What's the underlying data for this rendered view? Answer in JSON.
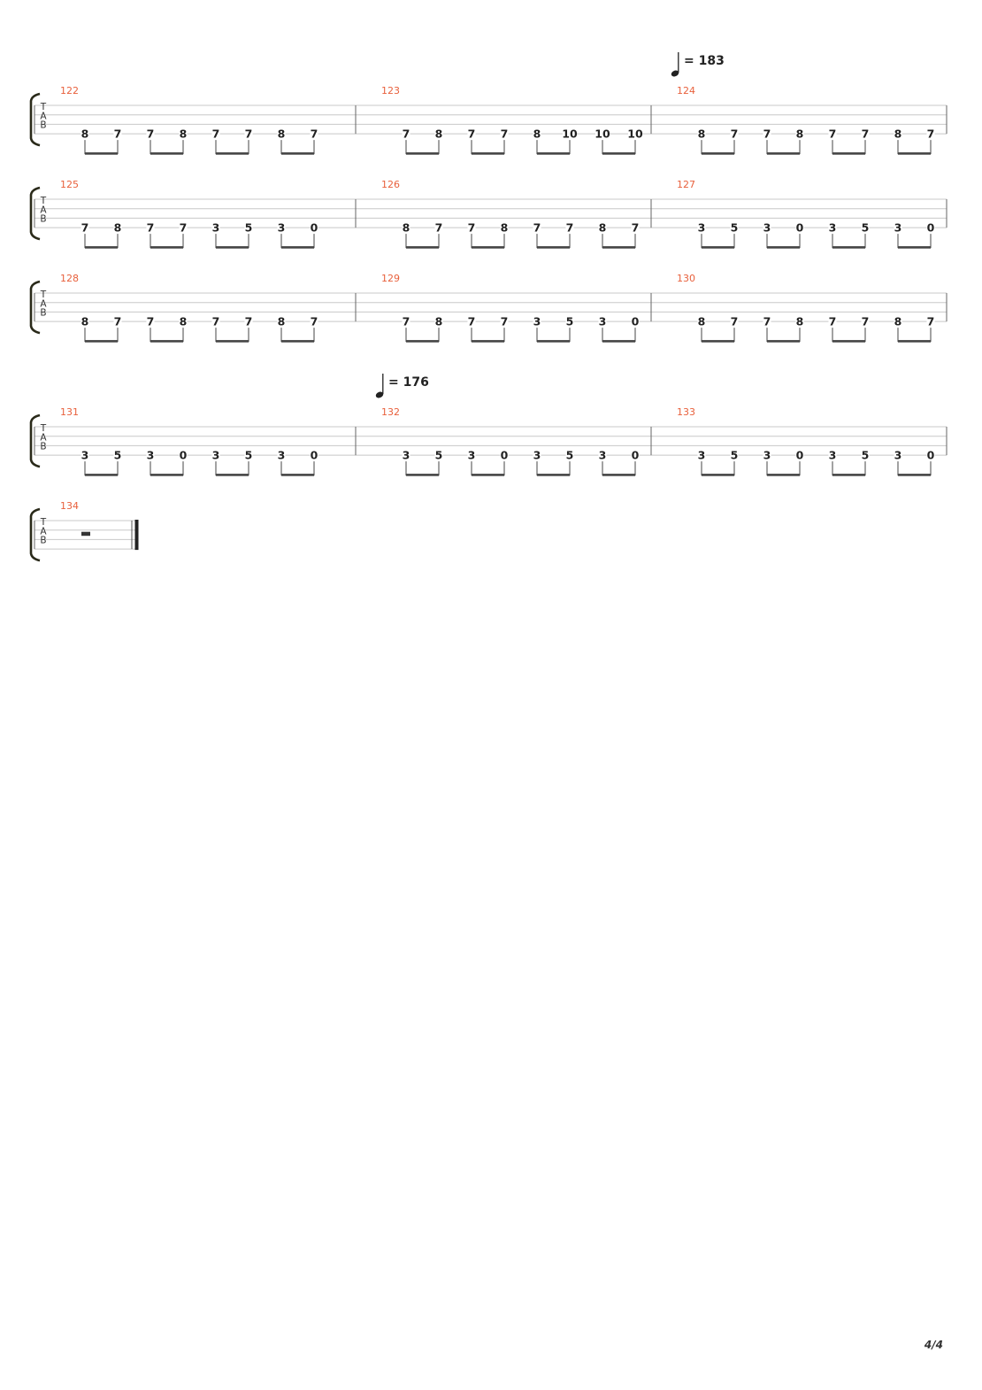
{
  "tempo_marks": [
    {
      "bpm_text": "= 183",
      "system": 0,
      "measure_index": 2
    },
    {
      "bpm_text": "= 176",
      "system": 3,
      "measure_index": 1
    }
  ],
  "tab_clef": [
    "T",
    "A",
    "B"
  ],
  "systems": [
    {
      "measures": [
        {
          "number": "122",
          "notes": [
            "8",
            "7",
            "7",
            "8",
            "7",
            "7",
            "8",
            "7"
          ]
        },
        {
          "number": "123",
          "notes": [
            "7",
            "8",
            "7",
            "7",
            "8",
            "10",
            "10",
            "10"
          ]
        },
        {
          "number": "124",
          "notes": [
            "8",
            "7",
            "7",
            "8",
            "7",
            "7",
            "8",
            "7"
          ]
        }
      ]
    },
    {
      "measures": [
        {
          "number": "125",
          "notes": [
            "7",
            "8",
            "7",
            "7",
            "3",
            "5",
            "3",
            "0"
          ]
        },
        {
          "number": "126",
          "notes": [
            "8",
            "7",
            "7",
            "8",
            "7",
            "7",
            "8",
            "7"
          ]
        },
        {
          "number": "127",
          "notes": [
            "3",
            "5",
            "3",
            "0",
            "3",
            "5",
            "3",
            "0"
          ]
        }
      ]
    },
    {
      "measures": [
        {
          "number": "128",
          "notes": [
            "8",
            "7",
            "7",
            "8",
            "7",
            "7",
            "8",
            "7"
          ]
        },
        {
          "number": "129",
          "notes": [
            "7",
            "8",
            "7",
            "7",
            "3",
            "5",
            "3",
            "0"
          ]
        },
        {
          "number": "130",
          "notes": [
            "8",
            "7",
            "7",
            "8",
            "7",
            "7",
            "8",
            "7"
          ]
        }
      ]
    },
    {
      "measures": [
        {
          "number": "131",
          "notes": [
            "3",
            "5",
            "3",
            "0",
            "3",
            "5",
            "3",
            "0"
          ]
        },
        {
          "number": "132",
          "notes": [
            "3",
            "5",
            "3",
            "0",
            "3",
            "5",
            "3",
            "0"
          ]
        },
        {
          "number": "133",
          "notes": [
            "3",
            "5",
            "3",
            "0",
            "3",
            "5",
            "3",
            "0"
          ]
        }
      ]
    },
    {
      "measures": [
        {
          "number": "134",
          "notes": [],
          "rest": true,
          "final": true
        }
      ]
    }
  ],
  "page_number": "4/4",
  "colors": {
    "measure_number": "#e8603c",
    "staff_line": "#c8c8c8",
    "ink": "#222222"
  }
}
